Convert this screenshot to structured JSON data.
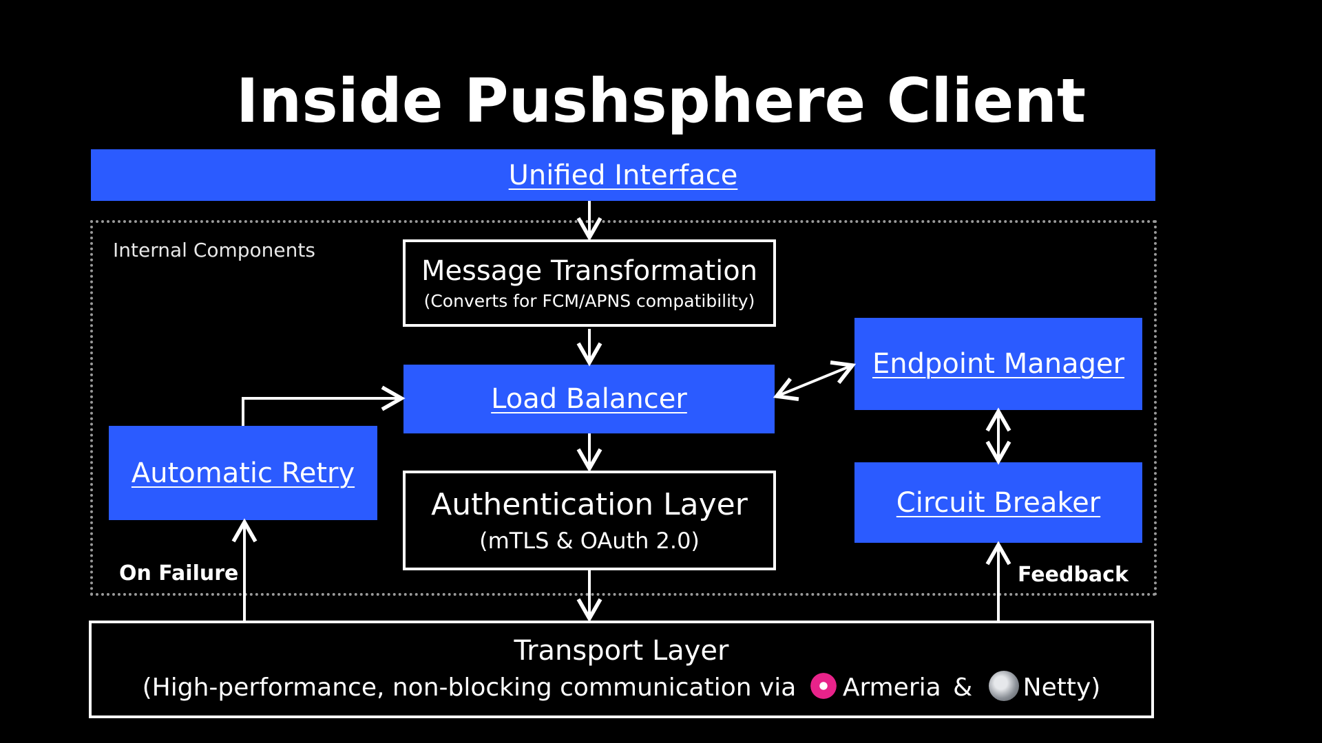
{
  "title": "Inside Pushsphere Client",
  "unified_interface": "Unified Interface",
  "group_label": "Internal Components",
  "message_transformation": {
    "title": "Message Transformation",
    "subtitle": "(Converts for FCM/APNS compatibility)"
  },
  "load_balancer": "Load Balancer",
  "endpoint_manager": "Endpoint Manager",
  "circuit_breaker": "Circuit Breaker",
  "automatic_retry": "Automatic Retry",
  "authentication_layer": {
    "title": "Authentication Layer",
    "subtitle": "(mTLS & OAuth 2.0)"
  },
  "edge_labels": {
    "on_failure": "On Failure",
    "feedback": "Feedback"
  },
  "transport_layer": {
    "title": "Transport Layer",
    "subtitle_prefix": "(High-performance, non-blocking communication via",
    "armeria": "Armeria",
    "amp": "&",
    "netty": "Netty)"
  },
  "colors": {
    "background": "#000000",
    "blue_box": "#2b5bff",
    "white": "#ffffff",
    "dotted_border": "#9a9a9a",
    "armeria_logo": "#e8238a",
    "netty_logo": "#8a8f96"
  },
  "icons": [
    "armeria-logo-icon",
    "netty-logo-icon"
  ]
}
